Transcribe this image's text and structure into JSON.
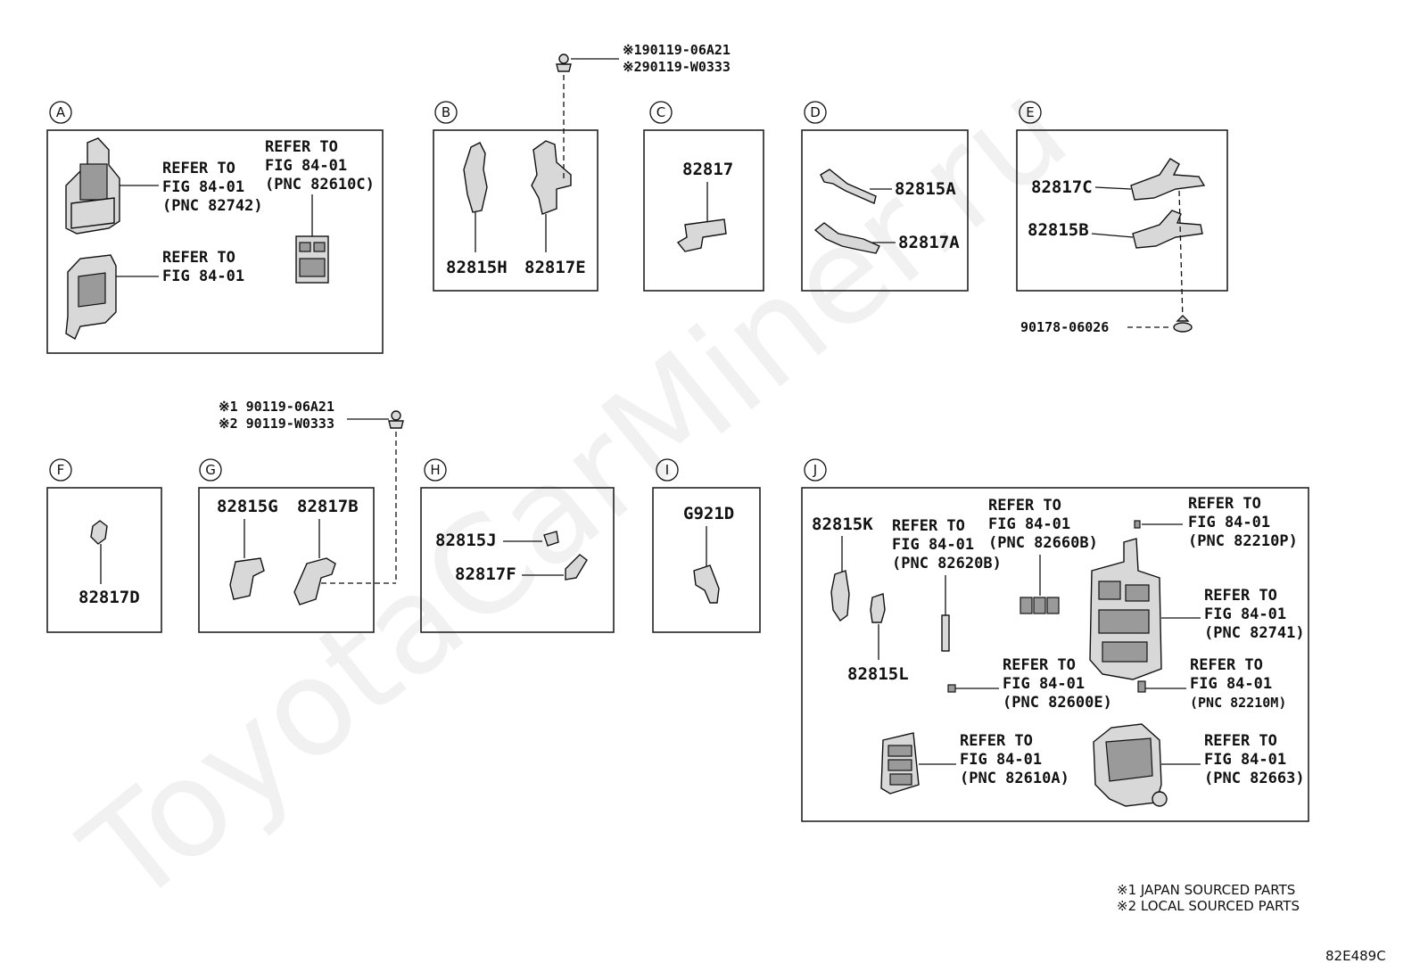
{
  "watermark": "ToyotaCarMiner.ru",
  "diagram_id": "82E489C",
  "notes": [
    "※1 JAPAN SOURCED PARTS",
    "※2 LOCAL SOURCED PARTS"
  ],
  "bolt_top": [
    "※190119-06A21",
    "※290119-W0333"
  ],
  "bolt_mid": [
    "※1 90119-06A21",
    "※2 90119-W0333"
  ],
  "sections": {
    "A": {
      "letter": "A",
      "ref1": [
        "REFER TO",
        "FIG 84-01",
        "(PNC 82742)"
      ],
      "ref2": [
        "REFER TO",
        "FIG 84-01",
        "(PNC 82610C)"
      ],
      "ref3": [
        "REFER TO",
        "FIG 84-01"
      ]
    },
    "B": {
      "letter": "B",
      "parts": [
        "82815H",
        "82817E"
      ]
    },
    "C": {
      "letter": "C",
      "parts": [
        "82817"
      ]
    },
    "D": {
      "letter": "D",
      "parts": [
        "82815A",
        "82817A"
      ]
    },
    "E": {
      "letter": "E",
      "parts": [
        "82817C",
        "82815B"
      ],
      "clip": "90178-06026"
    },
    "F": {
      "letter": "F",
      "parts": [
        "82817D"
      ]
    },
    "G": {
      "letter": "G",
      "parts": [
        "82815G",
        "82817B"
      ]
    },
    "H": {
      "letter": "H",
      "parts": [
        "82815J",
        "82817F"
      ]
    },
    "I": {
      "letter": "I",
      "parts": [
        "G921D"
      ]
    },
    "J": {
      "letter": "J",
      "parts": [
        "82815K",
        "82815L"
      ],
      "ref_82620B": [
        "REFER TO",
        "FIG 84-01",
        "(PNC 82620B)"
      ],
      "ref_82660B": [
        "REFER TO",
        "FIG 84-01",
        "(PNC 82660B)"
      ],
      "ref_82210P": [
        "REFER TO",
        "FIG 84-01",
        "(PNC 82210P)"
      ],
      "ref_82741": [
        "REFER TO",
        "FIG 84-01",
        "(PNC 82741)"
      ],
      "ref_82600E": [
        "REFER TO",
        "FIG 84-01",
        "(PNC 82600E)"
      ],
      "ref_82210M": [
        "REFER TO",
        "FIG 84-01",
        "(PNC 82210M)"
      ],
      "ref_82610A": [
        "REFER TO",
        "FIG 84-01",
        "(PNC 82610A)"
      ],
      "ref_82663": [
        "REFER TO",
        "FIG 84-01",
        "(PNC 82663)"
      ]
    }
  }
}
